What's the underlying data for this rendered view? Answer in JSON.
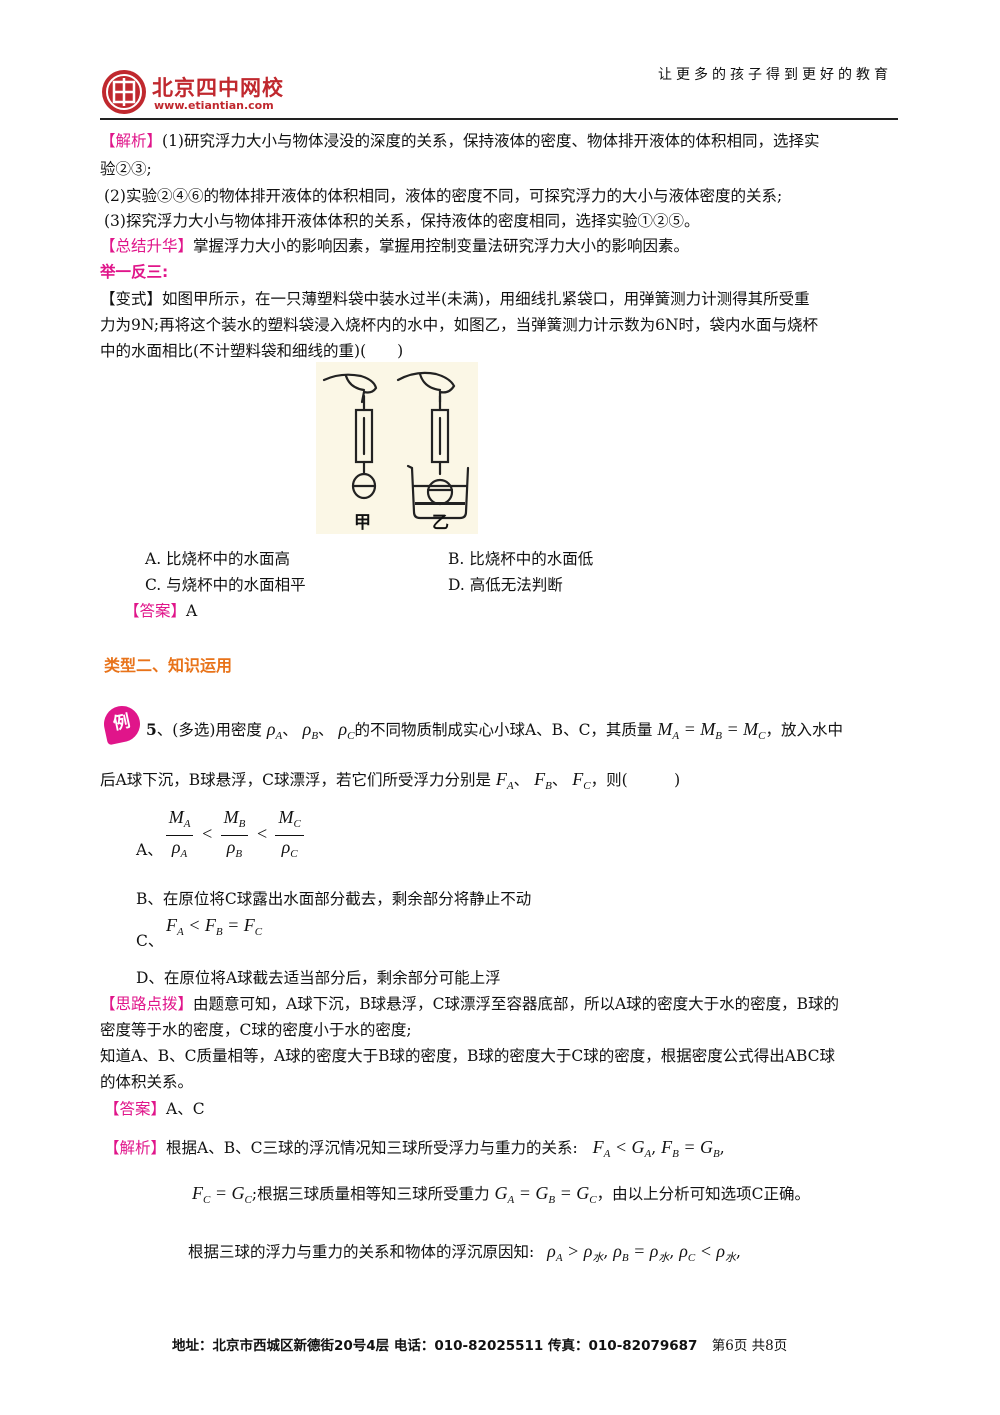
{
  "header": {
    "logo_cn": "北京四中网校",
    "logo_url": "www.etiantian.com",
    "slogan": "让更多的孩子得到更好的教育"
  },
  "colors": {
    "accent": "#e0158a",
    "heading": "#e8731a",
    "logo": "#c0282e"
  },
  "sec1": {
    "jiexi_tag": "【解析】",
    "jiexi_l1": "(1)研究浮力大小与物体浸没的深度的关系，保持液体的密度、物体排开液体的体积相同，选择实",
    "jiexi_l1b": "验②③;",
    "jiexi_l2": "(2)实验②④⑥的物体排开液体的体积相同，液体的密度不同，可探究浮力的大小与液体密度的关系;",
    "jiexi_l3": "(3)探究浮力大小与物体排开液体体积的关系，保持液体的密度相同，选择实验①②⑤。",
    "summary_tag": "【总结升华】",
    "summary_text": "掌握浮力大小的影响因素，掌握用控制变量法研究浮力大小的影响因素。",
    "juyi": "举一反三:",
    "bianshi_l1": "【变式】如图甲所示，在一只薄塑料袋中装水过半(未满)，用细线扎紧袋口，用弹簧测力计测得其所受重",
    "bianshi_l2": "力为9N;再将这个装水的塑料袋浸入烧杯内的水中，如图乙，当弹簧测力计示数为6N时，袋内水面与烧杯",
    "bianshi_l3": "中的水面相比(不计塑料袋和细线的重)(　　)",
    "fig_jia": "甲",
    "fig_yi": "乙",
    "opt_a": "A. 比烧杯中的水面高",
    "opt_b": "B. 比烧杯中的水面低",
    "opt_c": "C. 与烧杯中的水面相平",
    "opt_d": "D. 高低无法判断",
    "answer_tag": "【答案】",
    "answer_val": "A"
  },
  "sec2": {
    "heading": "类型二、知识运用",
    "badge": "例",
    "q_num": "5",
    "q_l1a": "、(多选)用密度",
    "q_l1b": "的不同物质制成实心小球A、B、C，其质量",
    "q_l1c": "，放入水中",
    "q_l2a": "后A球下沉，B球悬浮，C球漂浮，若它们所受浮力分别是",
    "q_l2b": "，则(　　　)",
    "sep": "、",
    "opt_a_label": "A、",
    "opt_b": "B、在原位将C球露出水面部分截去，剩余部分将静止不动",
    "opt_c_label": "C、",
    "opt_d": "D、在原位将A球截去适当部分后，剩余部分可能上浮",
    "silu_tag": "【思路点拨】",
    "silu_l1": "由题意可知，A球下沉，B球悬浮，C球漂浮至容器底部，所以A球的密度大于水的密度，B球的",
    "silu_l2": "密度等于水的密度，C球的密度小于水的密度;",
    "silu_l3": "知道A、B、C质量相等，A球的密度大于B球的密度，B球的密度大于C球的密度，根据密度公式得出ABC球",
    "silu_l4": "的体积关系。",
    "answer_tag": "【答案】",
    "answer_val": "A、C",
    "jiexi_tag": "【解析】",
    "jiexi_l1": "根据A、B、C三球的浮沉情况知三球所受浮力与重力的关系:",
    "jiexi_l2a": ";根据三球质量相等知三球所受重力",
    "jiexi_l2b": "，由以上分析可知选项C正确。",
    "jiexi_l3": "根据三球的浮力与重力的关系和物体的浮沉原因知:",
    "water": "水"
  },
  "math": {
    "rho": "ρ",
    "M": "M",
    "F": "F",
    "G": "G",
    "eq": "=",
    "lt": "<",
    "gt": ">",
    "A": "A",
    "B": "B",
    "C": "C"
  },
  "footer": {
    "address": "地址：北京市西城区新德街20号4层 电话：010-82025511 传真：010-82079687",
    "page": "第6页 共8页"
  }
}
